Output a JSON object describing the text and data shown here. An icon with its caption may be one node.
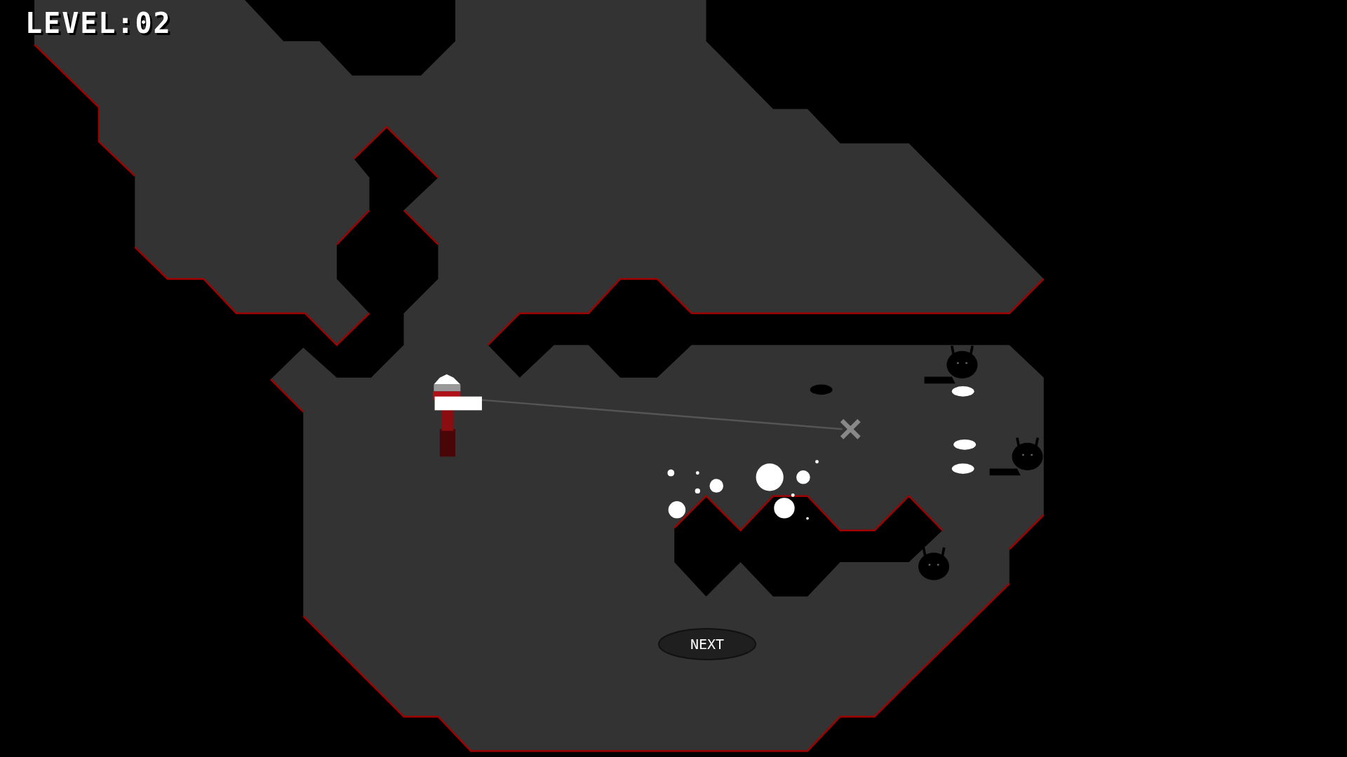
{
  "diagram": {
    "nodes": [
      {
        "text": [],
        "shape": "picture"
      },
      {
        "text": [],
        "shape": "cross"
      },
      {
        "text": [
          "NEXT"
        ]
      }
    ],
    "edges": [
      {
        "from": 0,
        "to": 1,
        "arrow": "none"
      }
    ],
    "labels": [
      "LEVEL:02"
    ]
  }
}
